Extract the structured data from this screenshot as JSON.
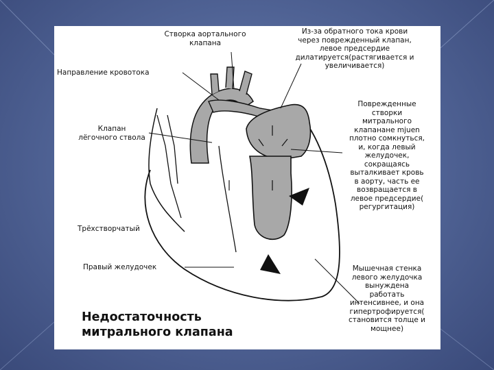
{
  "slide": {
    "title": "Недостаточность\nмитрального клапана",
    "labels": {
      "aortic_valve": "Створка аортального\nклапана",
      "left_atrium_note": "Из-за обратного тока крови\nчерез поврежденный клапан,\nлевое предсердие\nдилатируется(растягивается и\nувеличивается)",
      "blood_flow": "Направление кровотока",
      "pulmonary_valve": "Клапан\nлёгочного ствола",
      "mitral_leaflets": "Поврежденные\nстворки\nмитрального\nклапанане mjuen\nплотно сомкнуться,\nи, когда левый\nжелудочек,\nсокращаясь\nвыталкивает кровь\nв аорту, часть ее\nвозвращается в\nлевое предсердие(\nрегургитация)",
      "tricuspid": "Трёхстворчатый",
      "right_ventricle": "Правый желудочек",
      "muscle_wall": "Мышечная стенка\nлевого желудочка\nвынуждена\nработать\nинтенсивнее, и она\nгипертрофируется(\nстановится толще и\nмощнее)"
    }
  },
  "colors": {
    "background": "#4f6294",
    "image_bg": "#ffffff",
    "shading": "#a8a8a8",
    "ink": "#111111"
  }
}
